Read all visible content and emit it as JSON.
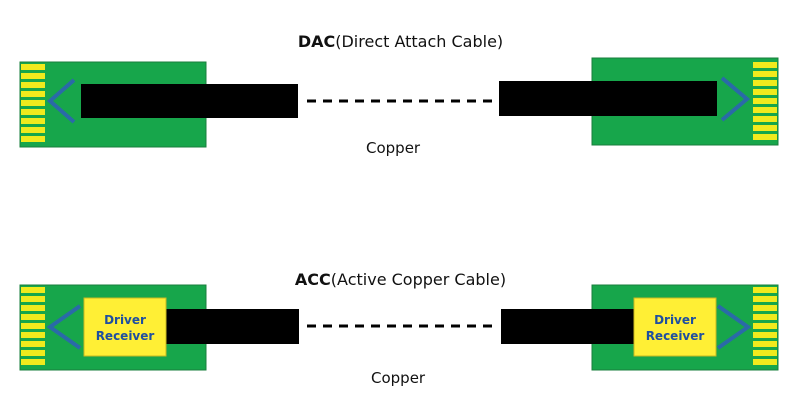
{
  "dac": {
    "title_bold": "DAC",
    "title_rest": "(Direct Attach Cable)",
    "caption": "Copper"
  },
  "acc": {
    "title_bold": "ACC",
    "title_rest": "(Active Copper Cable)",
    "caption": "Copper",
    "chip_line1": "Driver",
    "chip_line2": "Receiver"
  },
  "colors": {
    "pcb_green": "#17a64b",
    "pcb_border": "#1a7f3c",
    "gold_pin": "#f1ea1d",
    "cable_black": "#000000",
    "trace_blue": "#2a6aa8",
    "chip_yellow": "#ffef35",
    "chip_text": "#1f4fa0"
  }
}
